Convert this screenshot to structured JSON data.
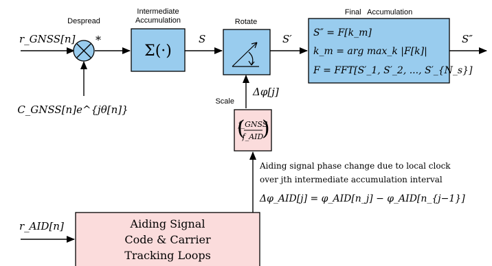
{
  "despread": {
    "label": "Despread",
    "input": "r_GNSS[n]",
    "conj": "*",
    "reference": "C_GNSS[n]e^{jθ[n]}"
  },
  "intermediate": {
    "label_line1": "Intermediate",
    "label_line2": "Accumulation",
    "symbol": "Σ(·)",
    "output": "S"
  },
  "rotate": {
    "label": "Rotate",
    "output": "S′"
  },
  "final": {
    "label": "Final   Accumulation",
    "line1": "S″ = F[k_m]",
    "line2": "k_m = arg max_k |F[k]|",
    "line3": "F = FFT[S′_1, S′_2, ..., S′_{N_s}]",
    "output": "S″"
  },
  "scale": {
    "label": "Scale",
    "numerator": "f_GNSS",
    "denominator": "f_AID",
    "output": "Δφ[j]"
  },
  "aiding": {
    "input": "r_AID[n]",
    "line1": "Aiding Signal",
    "line2": "Code & Carrier",
    "line3": "Tracking Loops",
    "note_line1": "Aiding signal phase change due to local clock",
    "note_line2": "over jth intermediate accumulation interval",
    "equation": "Δφ_AID[j] = φ_AID[n_j] − φ_AID[n_{j−1}]"
  }
}
